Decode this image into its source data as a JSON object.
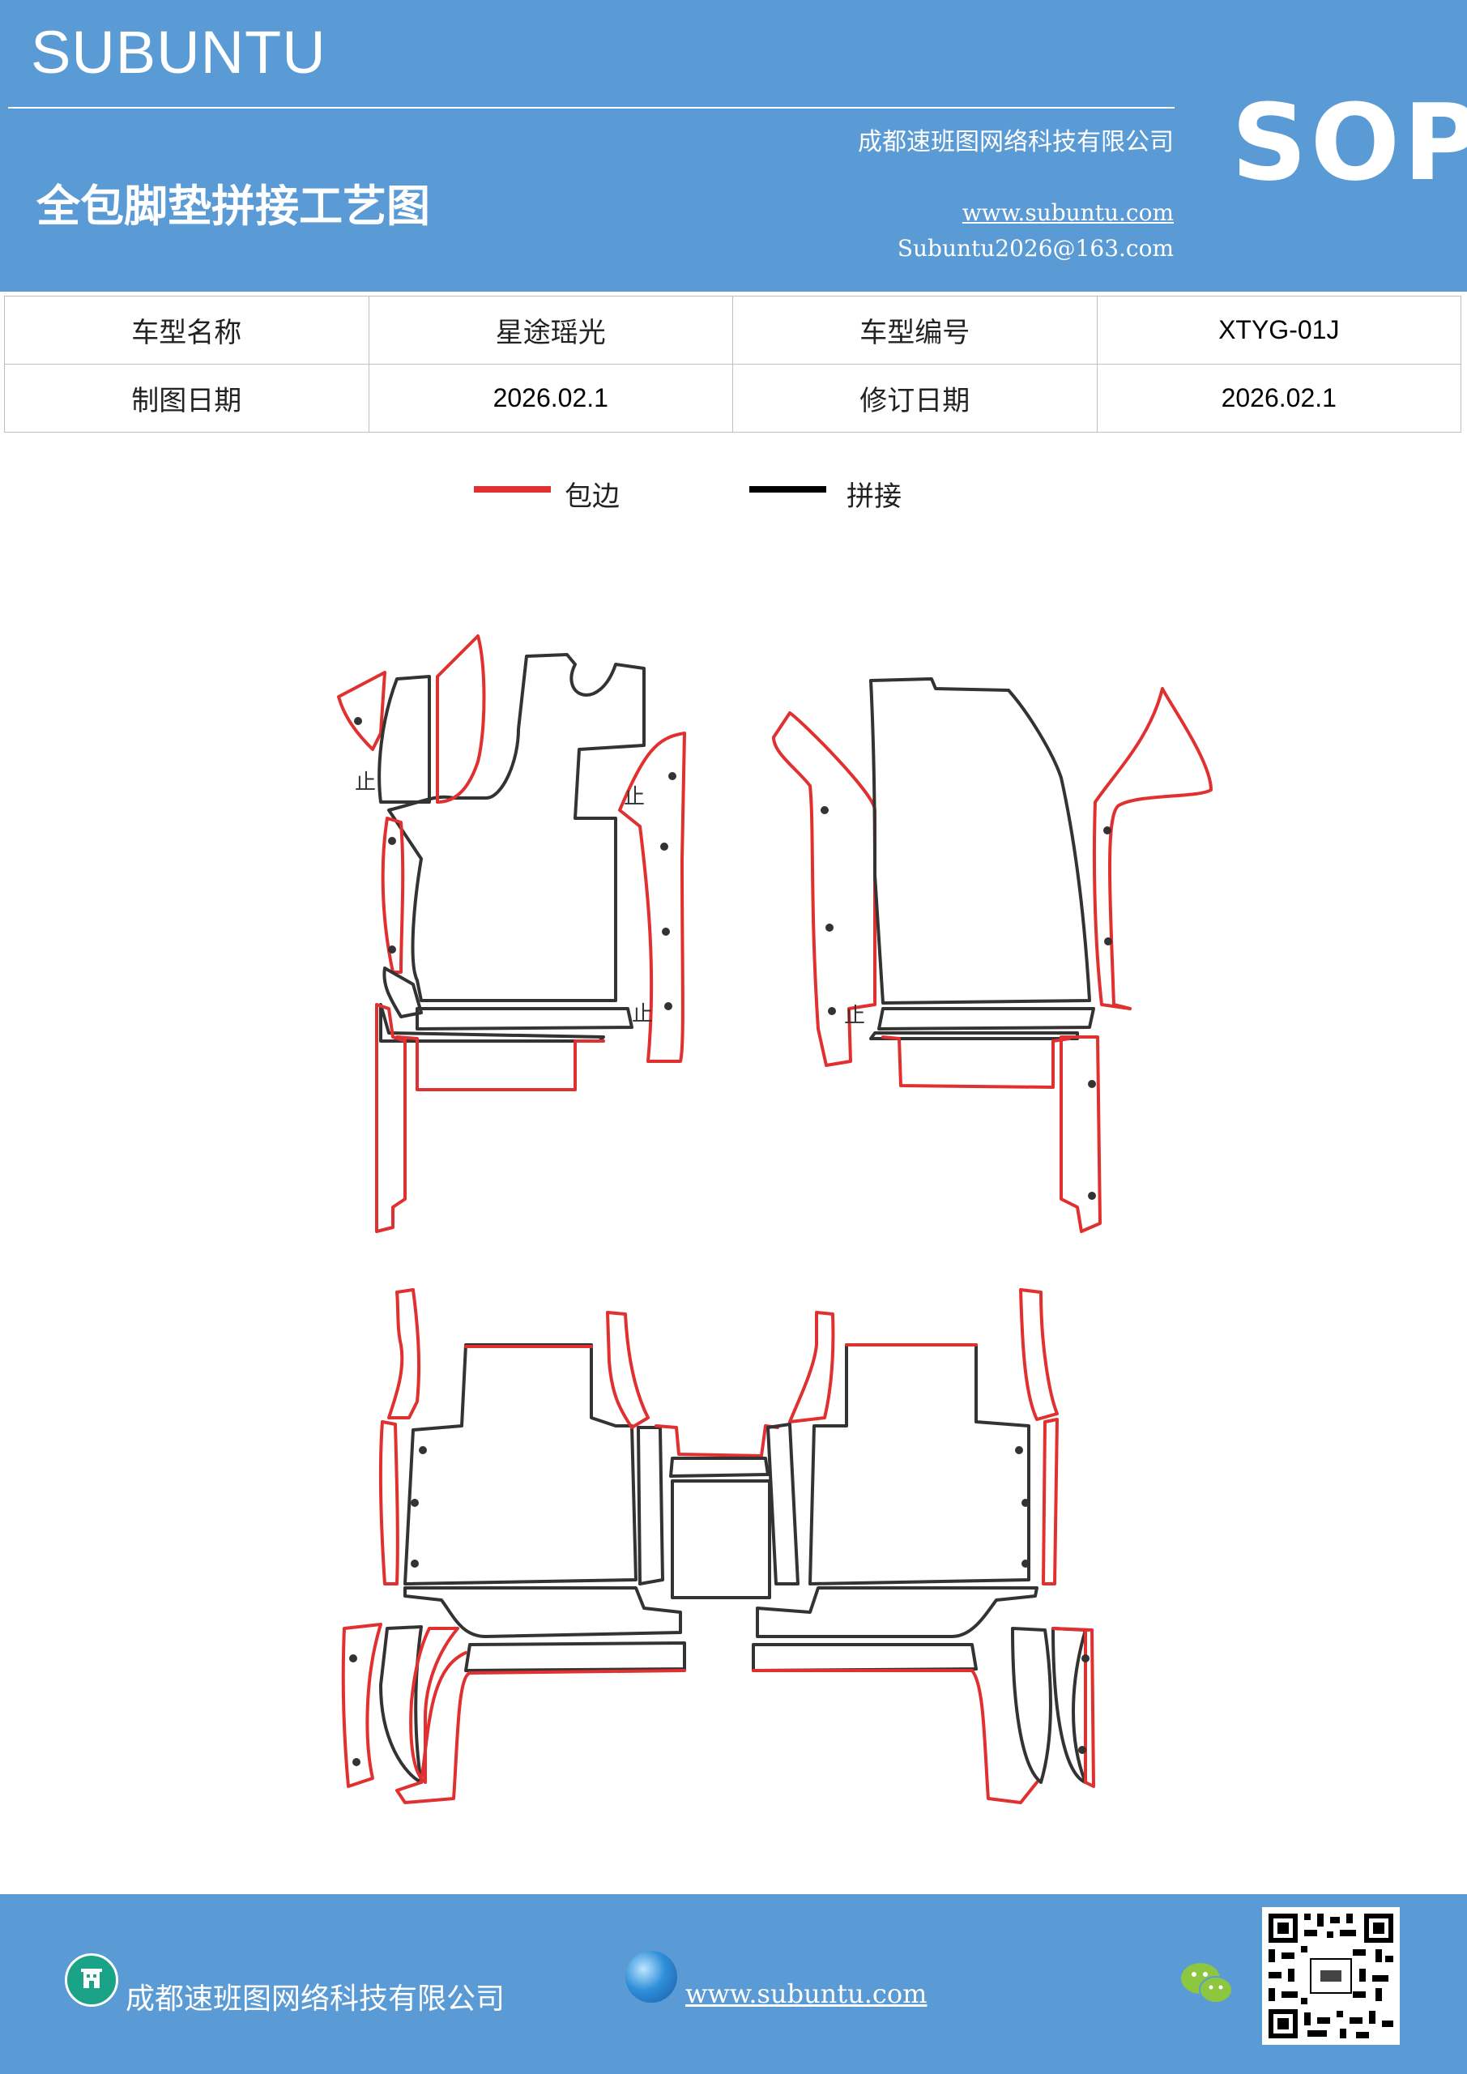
{
  "header": {
    "brand": "SUBUNTU",
    "company": "成都速班图网络科技有限公司",
    "title": "全包脚垫拼接工艺图",
    "website": "www.subuntu.com",
    "email": "Subuntu2026@163.com",
    "badge": "SOP"
  },
  "info_table": {
    "row1": {
      "label1": "车型名称",
      "value1": "星途瑶光",
      "label2": "车型编号",
      "value2": "XTYG-01J"
    },
    "row2": {
      "label1": "制图日期",
      "value1": "2026.02.1",
      "label2": "修订日期",
      "value2": "2026.02.1"
    }
  },
  "legend": {
    "edge": {
      "label": "包边",
      "color": "#e03030"
    },
    "seam": {
      "label": "拼接",
      "color": "#000000"
    }
  },
  "diagram": {
    "marker_text": "止"
  },
  "footer": {
    "company": "成都速班图网络科技有限公司",
    "website": "www.subuntu.com"
  },
  "icons": {
    "footer_company": "building-icon",
    "footer_web": "globe-icon",
    "footer_social": "wechat-icon",
    "qr": "qr-code"
  },
  "colors": {
    "header_bg": "#5b9bd5",
    "edge": "#e03030",
    "seam": "#333333"
  }
}
